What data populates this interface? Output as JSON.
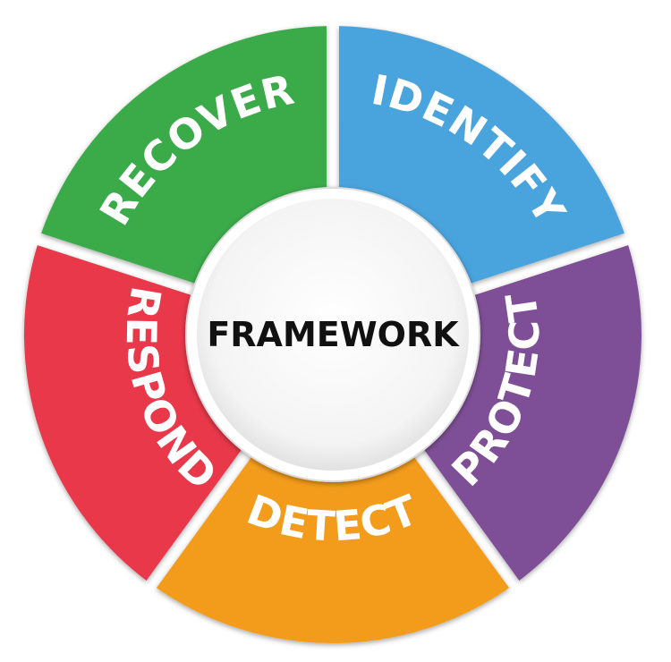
{
  "center": {
    "label": "FRAMEWORK"
  },
  "segments": [
    {
      "label": "IDENTIFY",
      "color": "#4aa3dc"
    },
    {
      "label": "PROTECT",
      "color": "#7e5096"
    },
    {
      "label": "DETECT",
      "color": "#f39c1f"
    },
    {
      "label": "RESPOND",
      "color": "#e8394a"
    },
    {
      "label": "RECOVER",
      "color": "#3aaa49"
    }
  ]
}
